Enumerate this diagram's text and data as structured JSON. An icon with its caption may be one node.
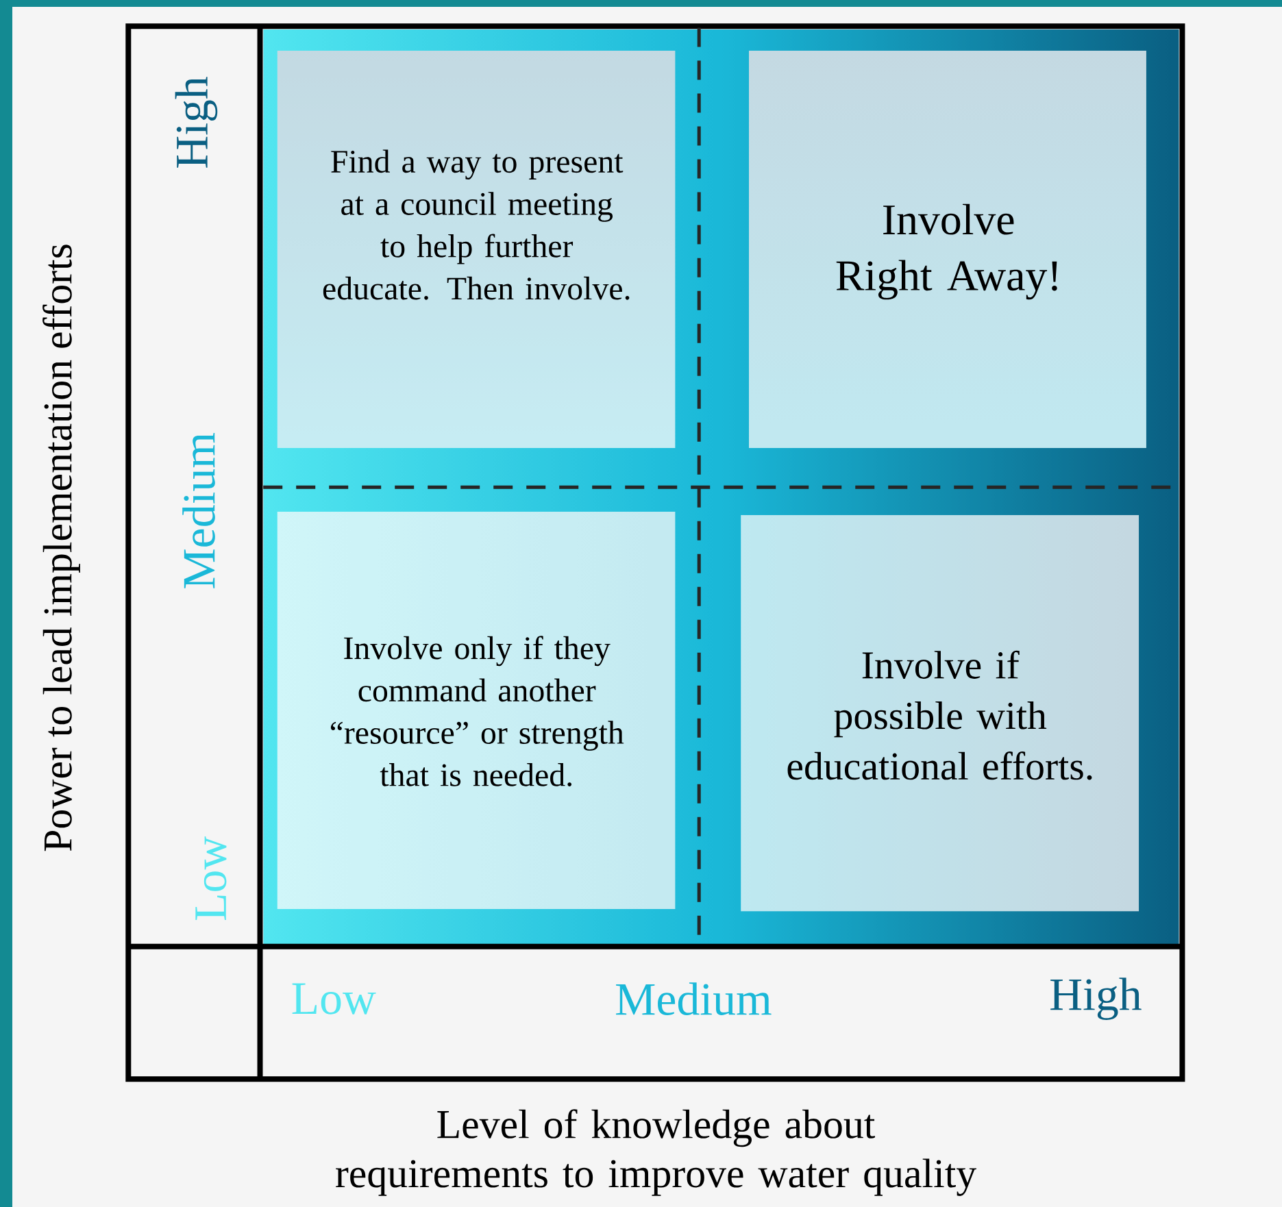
{
  "diagram": {
    "nodes": [
      {
        "text": [
          "Find a way to present at a council meeting to help further educate. Then involve."
        ]
      },
      {
        "text": [
          "Involve Right Away!"
        ]
      },
      {
        "text": [
          "Involve only if they command another “resource” or strength that is needed."
        ]
      },
      {
        "text": [
          "Involve if possible with educational efforts."
        ]
      }
    ],
    "labels": [
      "Power to lead implementation efforts",
      "High",
      "Medium",
      "Low",
      "Low",
      "Medium",
      "High",
      "Level of knowledge about requirements to improve water quality"
    ]
  }
}
